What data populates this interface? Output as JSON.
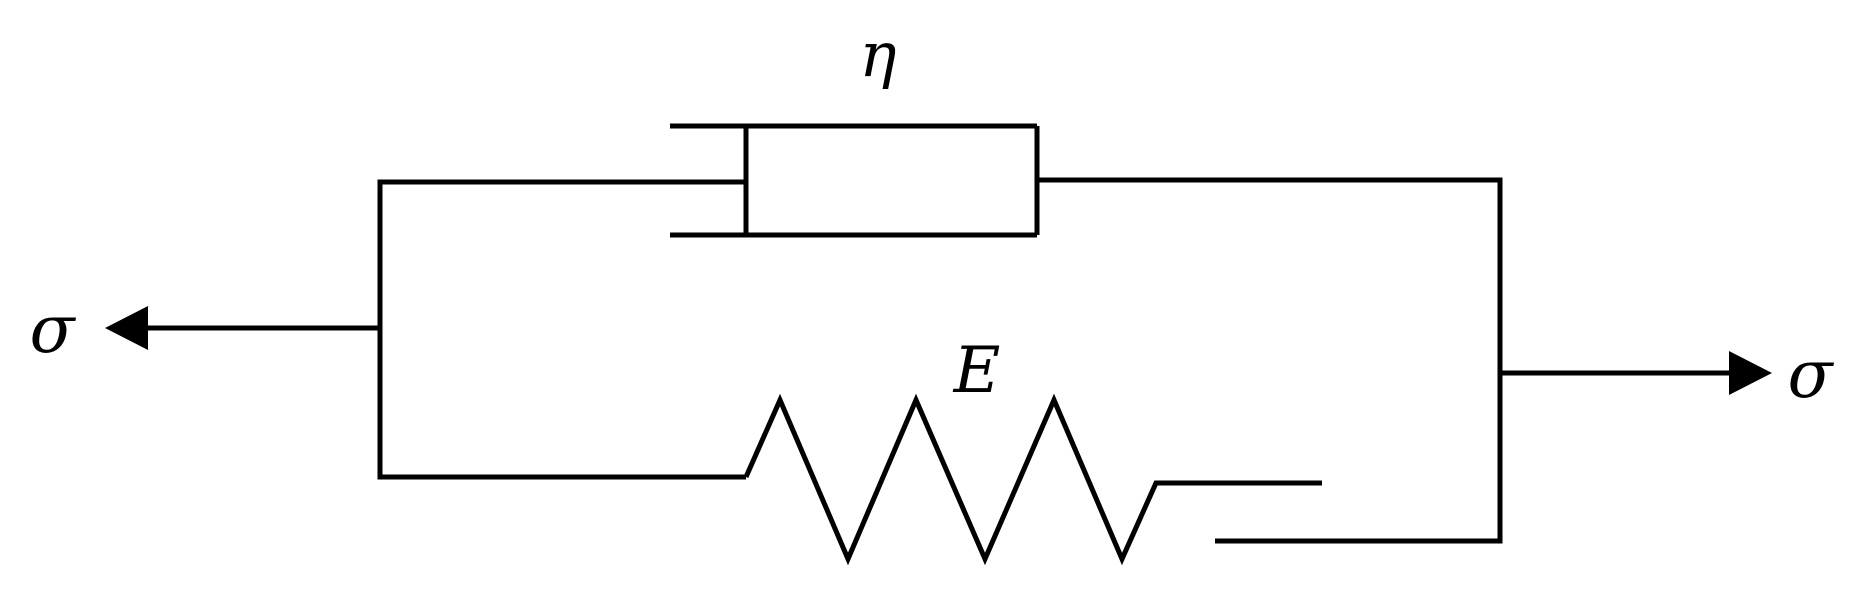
{
  "diagram": {
    "labels": {
      "viscosity": "η",
      "modulus": "E",
      "stress_left": "σ",
      "stress_right": "σ"
    },
    "colors": {
      "line": "#000000",
      "background": "#ffffff"
    }
  }
}
